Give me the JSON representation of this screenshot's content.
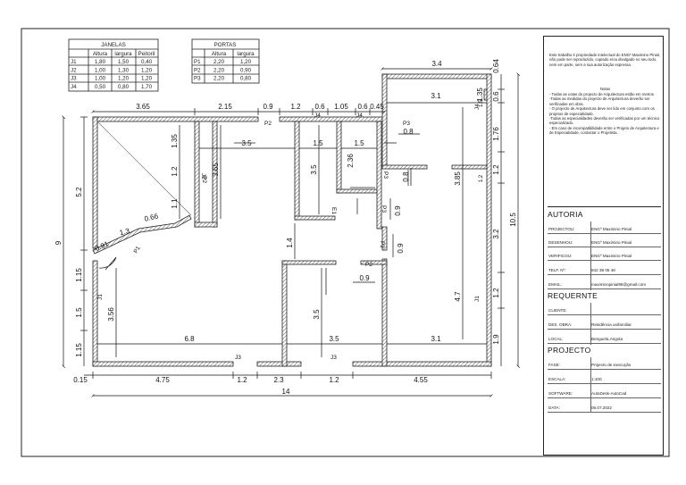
{
  "tables": {
    "janelas": {
      "title": "JANELAS",
      "headers": [
        "",
        "Altura",
        "largura",
        "Peitoril"
      ],
      "rows": [
        [
          "J1",
          "1,80",
          "1,50",
          "0,40"
        ],
        [
          "J2",
          "1,00",
          "1,30",
          "1,20"
        ],
        [
          "J3",
          "1,00",
          "1,20",
          "1,20"
        ],
        [
          "J4",
          "0,50",
          "0,80",
          "1,70"
        ]
      ]
    },
    "portas": {
      "title": "PORTAS",
      "headers": [
        "",
        "Altura",
        "largura"
      ],
      "rows": [
        [
          "P1",
          "2,20",
          "1,20"
        ],
        [
          "P2",
          "2,20",
          "0,90"
        ],
        [
          "P3",
          "2,20",
          "0,80"
        ]
      ]
    }
  },
  "plan": {
    "top_dims": [
      "3.65",
      "2.15",
      "0.9",
      "1.2",
      "0.6",
      "1.05",
      "0.6",
      "0.45"
    ],
    "top_overall": "3.4",
    "bottom_dims": [
      "0.15",
      "4.75",
      "1.2",
      "2.3",
      "1.2",
      "4.55"
    ],
    "bottom_total": "14",
    "left_total": "9",
    "left_dims": [
      "5.2",
      "1.15",
      "1.5",
      "1.15"
    ],
    "right_total": "10.5",
    "right_dims": [
      "0.64",
      "0.6",
      "1.76",
      "1.2",
      "3.2",
      "1.2",
      "1.9"
    ],
    "right_inner": [
      "1.35",
      "3.85",
      "4.7"
    ],
    "interior_dims": [
      "3.1",
      "3.5",
      "1.5",
      "1.5",
      "1.35",
      "1.2",
      "3.65",
      "1.1",
      "1.3",
      "0.66",
      "0.91",
      "3.5",
      "2.36",
      "0.8",
      "0.8",
      "0.9",
      "0.9",
      "1.4",
      "0.9",
      "3.5",
      "6.8",
      "3.5",
      "3.1",
      "3.56",
      "1.5",
      "1.2"
    ],
    "labels": {
      "p1": "P1",
      "p2a": "P2",
      "p2b": "P2",
      "p2c": "P2",
      "p2d": "P2",
      "p3a": "P3",
      "p3b": "P3",
      "p3c": "P3",
      "j1a": "J1",
      "j1b": "J1",
      "j2": "J2",
      "j3a": "J3",
      "j3b": "J3",
      "j4a": "J4",
      "j4b": "J4",
      "j4c": "J4",
      "e1": "E1"
    }
  },
  "title_block": {
    "note_owner": "Este trabalho é propriedade intelectual do ENGº Maximino Pinial, não pode ser reproduzido, copiado e/ou divulgado no seu todo, nem em parte, sem a sua autorização expressa.",
    "notes_title": "Notas",
    "notes": [
      "- Todas as cotas do projecto de Arquitectura estão em metros",
      "-Todas as medidas do projecto de Arquitectura deverão ser verificadas em obra.",
      "- O projecto de Arquitectura deve ser lido em conjunto com os projetos de especialidade.",
      "-Todas as especialidades deverão ser verificadas por um técnico especializado.",
      "- Em caso de incompatibilidade entre o Projeto de Arquitectura e de Especialidade, contactar o Projetista."
    ],
    "autoria_title": "AUTORIA",
    "autoria": [
      {
        "k": "PROJECTOU:",
        "v": "ENGº Maximino Pinial"
      },
      {
        "k": "DESENHOU:",
        "v": "ENGº Maximino Pinial"
      },
      {
        "k": "VERIFICOU:",
        "v": "ENGº Maximino Pinial"
      },
      {
        "k": "TELF. Nº:",
        "v": "942 38 05 48"
      },
      {
        "k": "EMAIL:",
        "v": "maximinopinial98@gmail.com"
      }
    ],
    "requerente_title": "REQUERNTE",
    "requerente": [
      {
        "k": "CLIENTE:",
        "v": ""
      },
      {
        "k": "DES. OBRA:",
        "v": "Residência unifamiliar"
      },
      {
        "k": "LOCAL:",
        "v": "Benguela,Angola"
      }
    ],
    "projecto_title": "PROJECTO",
    "projecto": [
      {
        "k": "FASE:",
        "v": "Projecto de execução"
      },
      {
        "k": "ESCALA:",
        "v": "1:100"
      },
      {
        "k": "SOFTWARE:",
        "v": "AutoDesk-AutoCad"
      },
      {
        "k": "DATA:",
        "v": "06.07.2022"
      }
    ]
  }
}
